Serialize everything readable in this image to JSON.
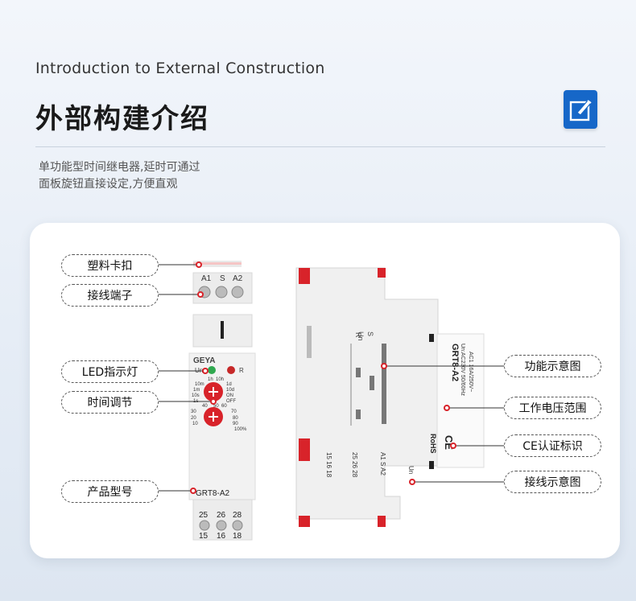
{
  "header": {
    "en_title": "Introduction to External Construction",
    "cn_title": "外部构建介绍",
    "desc_line1": "单功能型时间继电器,延时可通过",
    "desc_line2": "面板旋钮直接设定,方便直观"
  },
  "labels": {
    "plastic_clip": "塑料卡扣",
    "terminals": "接线端子",
    "led": "LED指示灯",
    "time_adjust": "时间调节",
    "model": "产品型号",
    "function_diagram": "功能示意图",
    "voltage_range": "工作电压范围",
    "ce_mark": "CE认证标识",
    "wiring_diagram": "接线示意图"
  },
  "device_front": {
    "brand": "GEYA",
    "top_terminals": [
      "A1",
      "S",
      "A2"
    ],
    "led_un": "Un",
    "led_r": "R",
    "range_marks": [
      "1h",
      "10h",
      "10m",
      "1d",
      "1m",
      "10d",
      "10s",
      "ON",
      "1s",
      "OFF"
    ],
    "percent_marks": [
      "40",
      "50",
      "60",
      "30",
      "70",
      "20",
      "80",
      "10",
      "90",
      "100%"
    ],
    "model": "GRT8-A2",
    "bottom_row1": [
      "25",
      "26",
      "28"
    ],
    "bottom_row2": [
      "15",
      "16",
      "18"
    ]
  },
  "device_side": {
    "model": "GRT8-A2",
    "spec1": "Un:AC230V 50/60Hz",
    "spec2": "AC1 16A/250V~",
    "rohs": "RoHS",
    "ce": "CE",
    "diagram_labels": [
      "Un",
      "S",
      "R"
    ],
    "wiring_cols": [
      "15 16 18",
      "25 26 28",
      "A1 S A2"
    ],
    "wiring_un": "Un"
  },
  "colors": {
    "accent_red": "#d8232a",
    "badge_blue": "#1667c8",
    "device_body": "#f0f0f0"
  }
}
